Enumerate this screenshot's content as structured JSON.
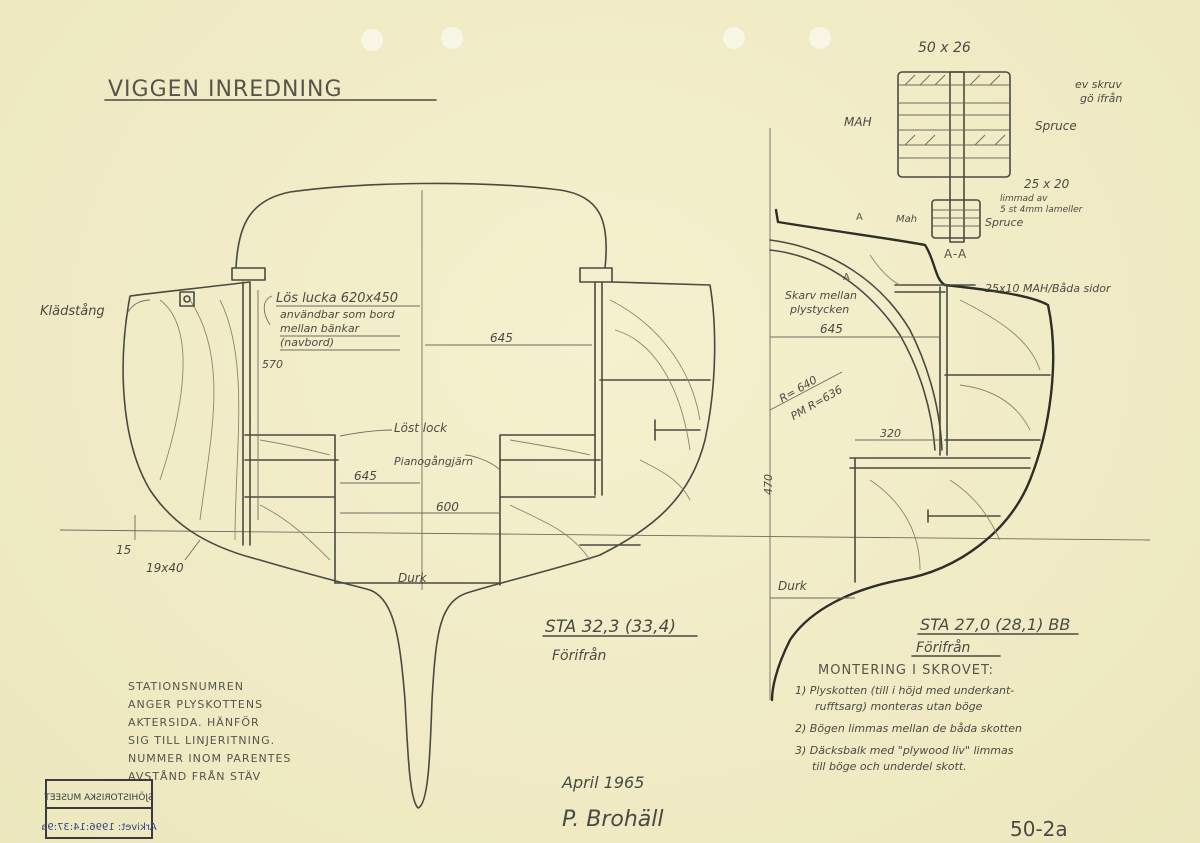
{
  "title": "VIGGEN INREDNING",
  "left_section": {
    "labels": {
      "kladstang": "Klädstång",
      "los_lucka_1": "Lös lucka 620x450",
      "los_lucka_2": "användbar som bord",
      "los_lucka_3": "mellan bänkar",
      "los_lucka_4": "(navbord)",
      "dim_570": "570",
      "dim_645_top": "645",
      "lost_lock": "Löst lock",
      "pianogangjarn": "Pianogångjärn",
      "dim_645_low": "645",
      "dim_600": "600",
      "dim_15": "15",
      "dim_19x40": "19x40",
      "durk": "Durk"
    },
    "station": "STA 32,3 (33,4)",
    "view": "Förifrån"
  },
  "detail": {
    "dim_top": "50 x 26",
    "skruv_1": "ev skruv",
    "skruv_2": "gö ifrån",
    "mah": "MAH",
    "spruce": "Spruce",
    "dim_25x20": "25 x 20",
    "limmad_1": "limmad av",
    "limmad_2": "5 st 4mm lameller",
    "mah_small": "Mah",
    "spruce_small": "Spruce",
    "section_label": "A-A",
    "arrow_a1": "A",
    "arrow_a2": "A"
  },
  "right_section": {
    "labels": {
      "dim_25x10": "25x10 MAH/Båda sidor",
      "skarv_1": "Skarv mellan",
      "skarv_2": "plystycken",
      "dim_645": "645",
      "radius_1": "R= 640",
      "radius_2": "PM R=636",
      "dim_320": "320",
      "dim_470": "470",
      "durk": "Durk"
    },
    "station": "STA 27,0 (28,1) BB",
    "view": "Förifrån"
  },
  "assembly_notes": {
    "heading": "MONTERING I SKROVET:",
    "lines": [
      "1) Plyskotten (till i höjd med underkant-",
      "rufftsarg) monteras utan böge",
      "2) Bögen limmas mellan de båda skotten",
      "3) Däcksbalk med \"plywood liv\" limmas",
      "till böge och underdel skott."
    ]
  },
  "station_note": {
    "lines": [
      "STATIONSNUMREN",
      "ANGER PLYSKOTTENS",
      "AKTERSIDA. HÄNFÖR",
      "SIG TILL LINJERITNING.",
      "NUMMER INOM PARENTES",
      "AVSTÅND FRÅN STÄV"
    ]
  },
  "stamp": {
    "museum": "SJÖHISTORISKA MUSEET",
    "archive": "Arkivet: 1996:14:37:9a"
  },
  "signature": {
    "date": "April 1965",
    "name": "P. Brohäll"
  },
  "sheet_number": "50-2a"
}
